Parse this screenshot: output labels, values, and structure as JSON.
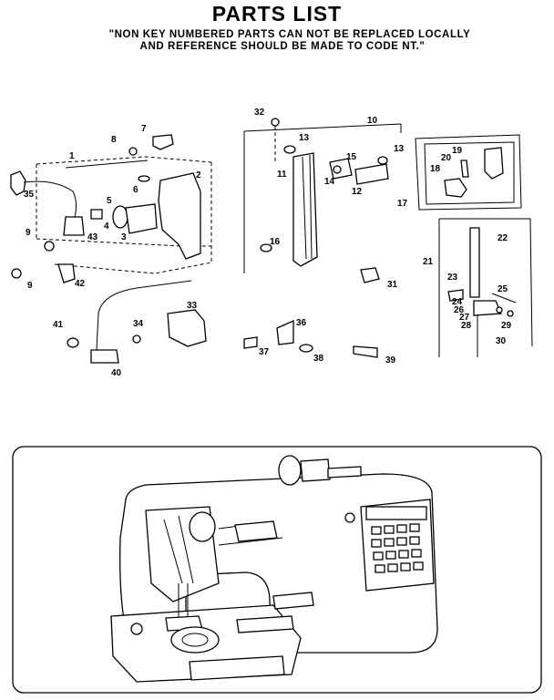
{
  "header": {
    "title": "PARTS LIST",
    "note_line1": "\"NON KEY NUMBERED PARTS CAN NOT BE REPLACED LOCALLY",
    "note_line2": "AND REFERENCE SHOULD BE MADE TO CODE NT.\""
  },
  "callouts": [
    "1",
    "2",
    "3",
    "4",
    "5",
    "6",
    "7",
    "8",
    "9",
    "9",
    "10",
    "11",
    "12",
    "13",
    "13",
    "14",
    "15",
    "16",
    "17",
    "18",
    "19",
    "20",
    "21",
    "22",
    "23",
    "24",
    "25",
    "26",
    "27",
    "28",
    "29",
    "30",
    "31",
    "32",
    "33",
    "34",
    "35",
    "36",
    "37",
    "38",
    "39",
    "40",
    "41",
    "42",
    "43"
  ]
}
